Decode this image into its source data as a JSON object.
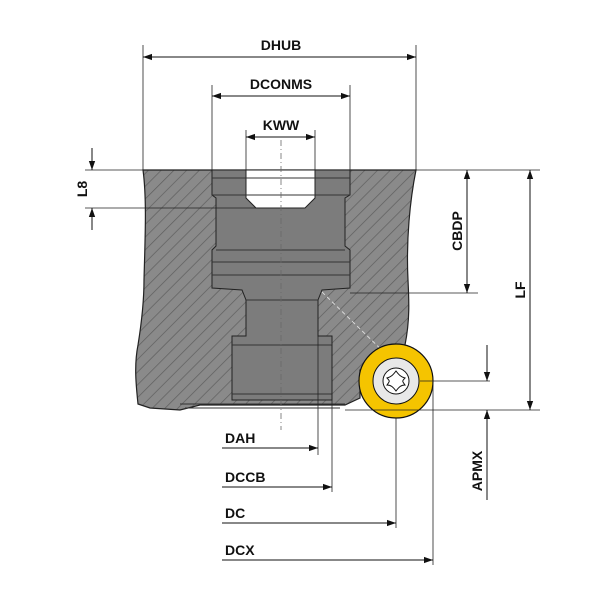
{
  "colors": {
    "body_fill": "#8a8a8a",
    "hatch": "#5a5a5a",
    "bore_fill": "#7c7c7c",
    "insert_yellow": "#f5c400",
    "insert_center": "#e8e8e8",
    "line": "#111111",
    "background": "#ffffff"
  },
  "icons": {
    "insert": "round-insert-icon",
    "screw": "torx-screw-icon"
  },
  "dimensions": {
    "dhub": "DHUB",
    "dconms": "DCONMS",
    "kww": "KWW",
    "l8": "L8",
    "cbdp": "CBDP",
    "lf": "LF",
    "apmx": "APMX",
    "dah": "DAH",
    "dccb": "DCCB",
    "dc": "DC",
    "dcx": "DCX"
  }
}
